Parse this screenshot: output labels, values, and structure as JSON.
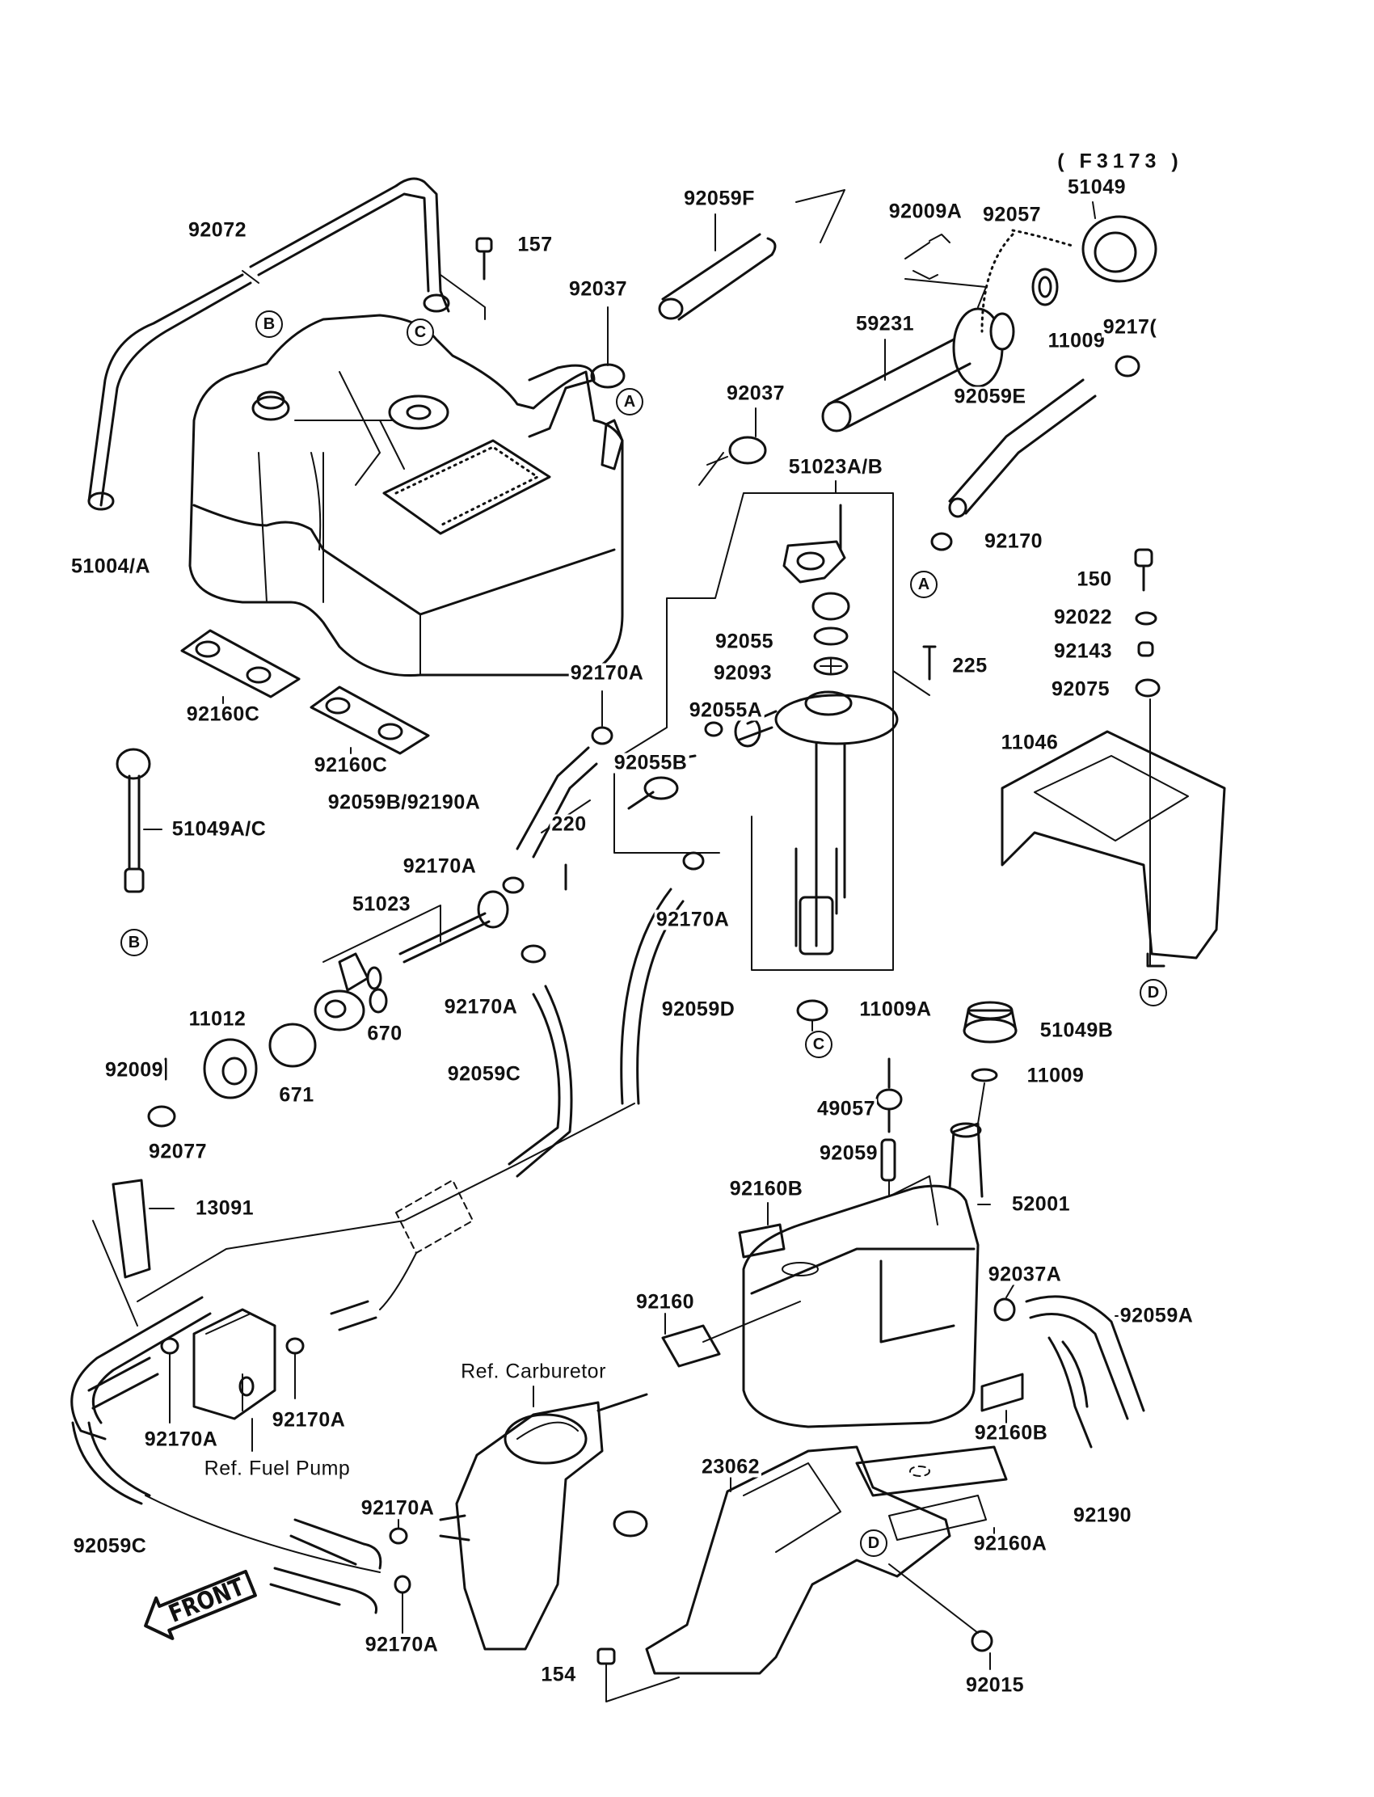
{
  "diagram": {
    "title": "Fuel Tank / Fuel System parts diagram",
    "figure_code": "( F3173 )",
    "front_indicator": "FRONT",
    "reference_labels": {
      "carburetor": "Ref. Carburetor",
      "fuel_pump": "Ref. Fuel Pump"
    },
    "connector_markers": [
      "A",
      "B",
      "C",
      "D"
    ],
    "part_labels": [
      "51049",
      "92059F",
      "92009A",
      "92057",
      "92072",
      "157",
      "92037",
      "59231",
      "11009",
      "9217(",
      "92037",
      "92059E",
      "51023A/B",
      "51004/A",
      "92170",
      "150",
      "92022",
      "92143",
      "92075",
      "92055",
      "92093",
      "225",
      "92160C",
      "92170A",
      "92055A",
      "11046",
      "92160C",
      "92055B",
      "92059B/92190A",
      "51049A/C",
      "220",
      "92170A",
      "51023",
      "92170A",
      "92170A",
      "92059D",
      "11009A",
      "11012",
      "670",
      "51049B",
      "92009",
      "92059C",
      "671",
      "11009",
      "49057",
      "92077",
      "92059",
      "13091",
      "52001",
      "92160B",
      "92160",
      "92037A",
      "92059A",
      "92170A",
      "92170A",
      "92160B",
      "23062",
      "92190",
      "92170A",
      "92160A",
      "92059C",
      "92170A",
      "154",
      "92015"
    ]
  }
}
